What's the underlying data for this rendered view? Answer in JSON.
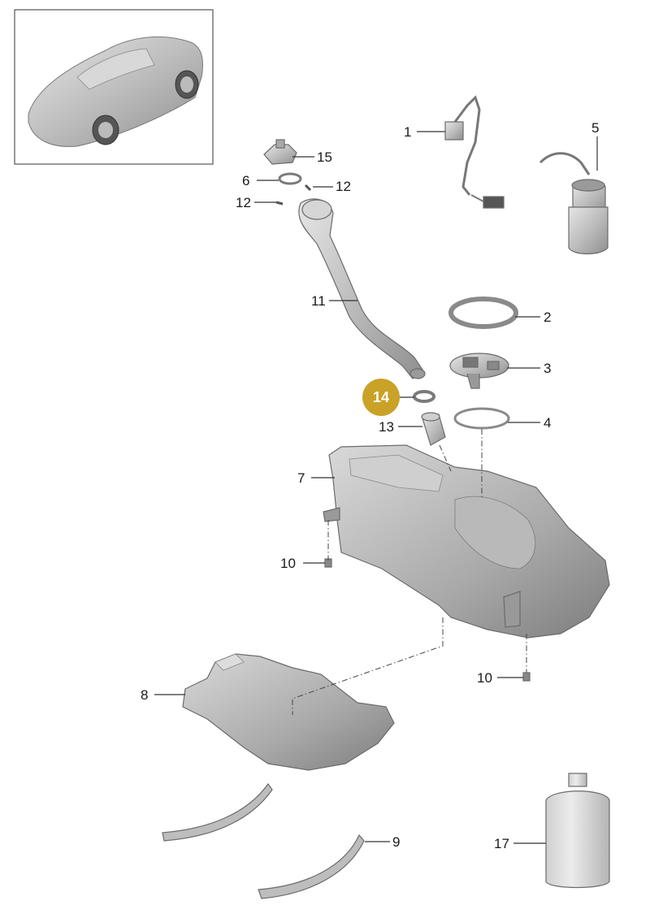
{
  "labels": {
    "p1": "1",
    "p2": "2",
    "p3": "3",
    "p4": "4",
    "p5": "5",
    "p6": "6",
    "p7": "7",
    "p8": "8",
    "p9": "9",
    "p10a": "10",
    "p10b": "10",
    "p11": "11",
    "p12a": "12",
    "p12b": "12",
    "p13": "13",
    "p14": "14",
    "p15": "15",
    "p17": "17"
  },
  "highlight": {
    "part": "14",
    "color": "#c9a227"
  },
  "colors": {
    "part_fill": "#c8c8c8",
    "part_dark": "#9a9a9a",
    "line": "#333333"
  }
}
